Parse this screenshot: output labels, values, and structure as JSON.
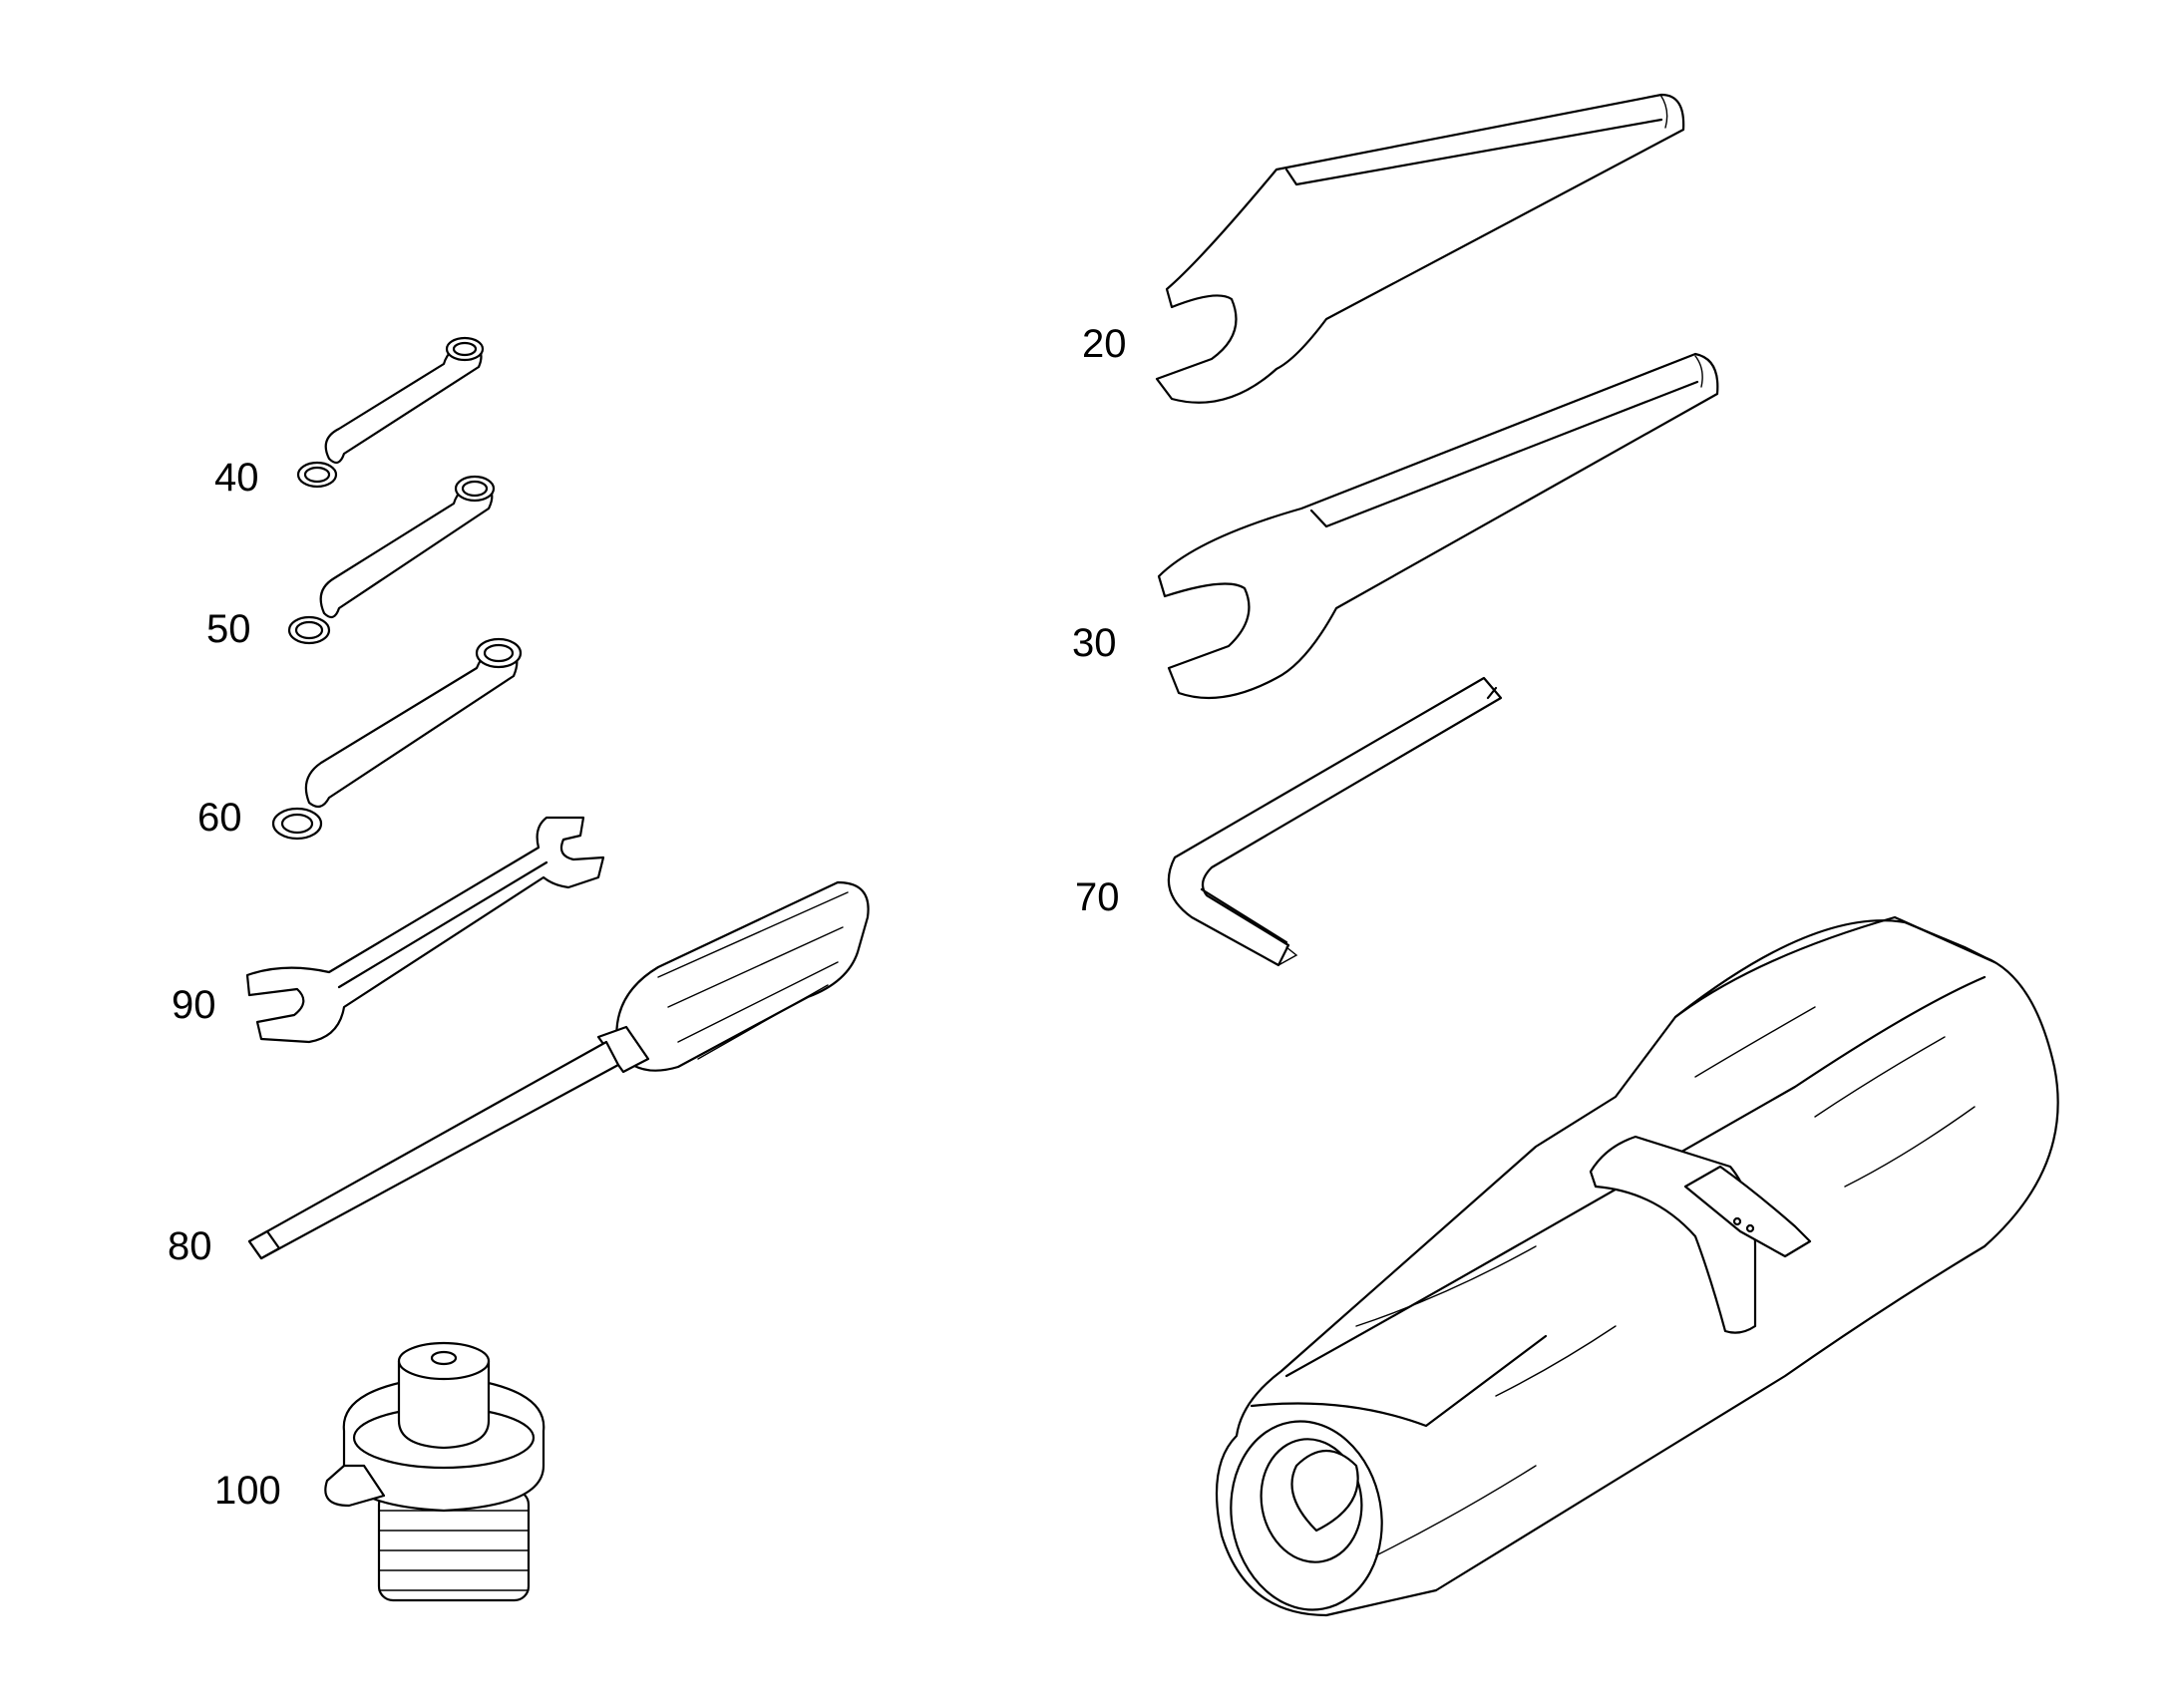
{
  "diagram": {
    "callouts": {
      "c20": "20",
      "c30": "30",
      "c40": "40",
      "c50": "50",
      "c60": "60",
      "c70": "70",
      "c80": "80",
      "c90": "90",
      "c100": "100"
    }
  },
  "colors": {
    "line": "#000000",
    "background": "#ffffff"
  }
}
